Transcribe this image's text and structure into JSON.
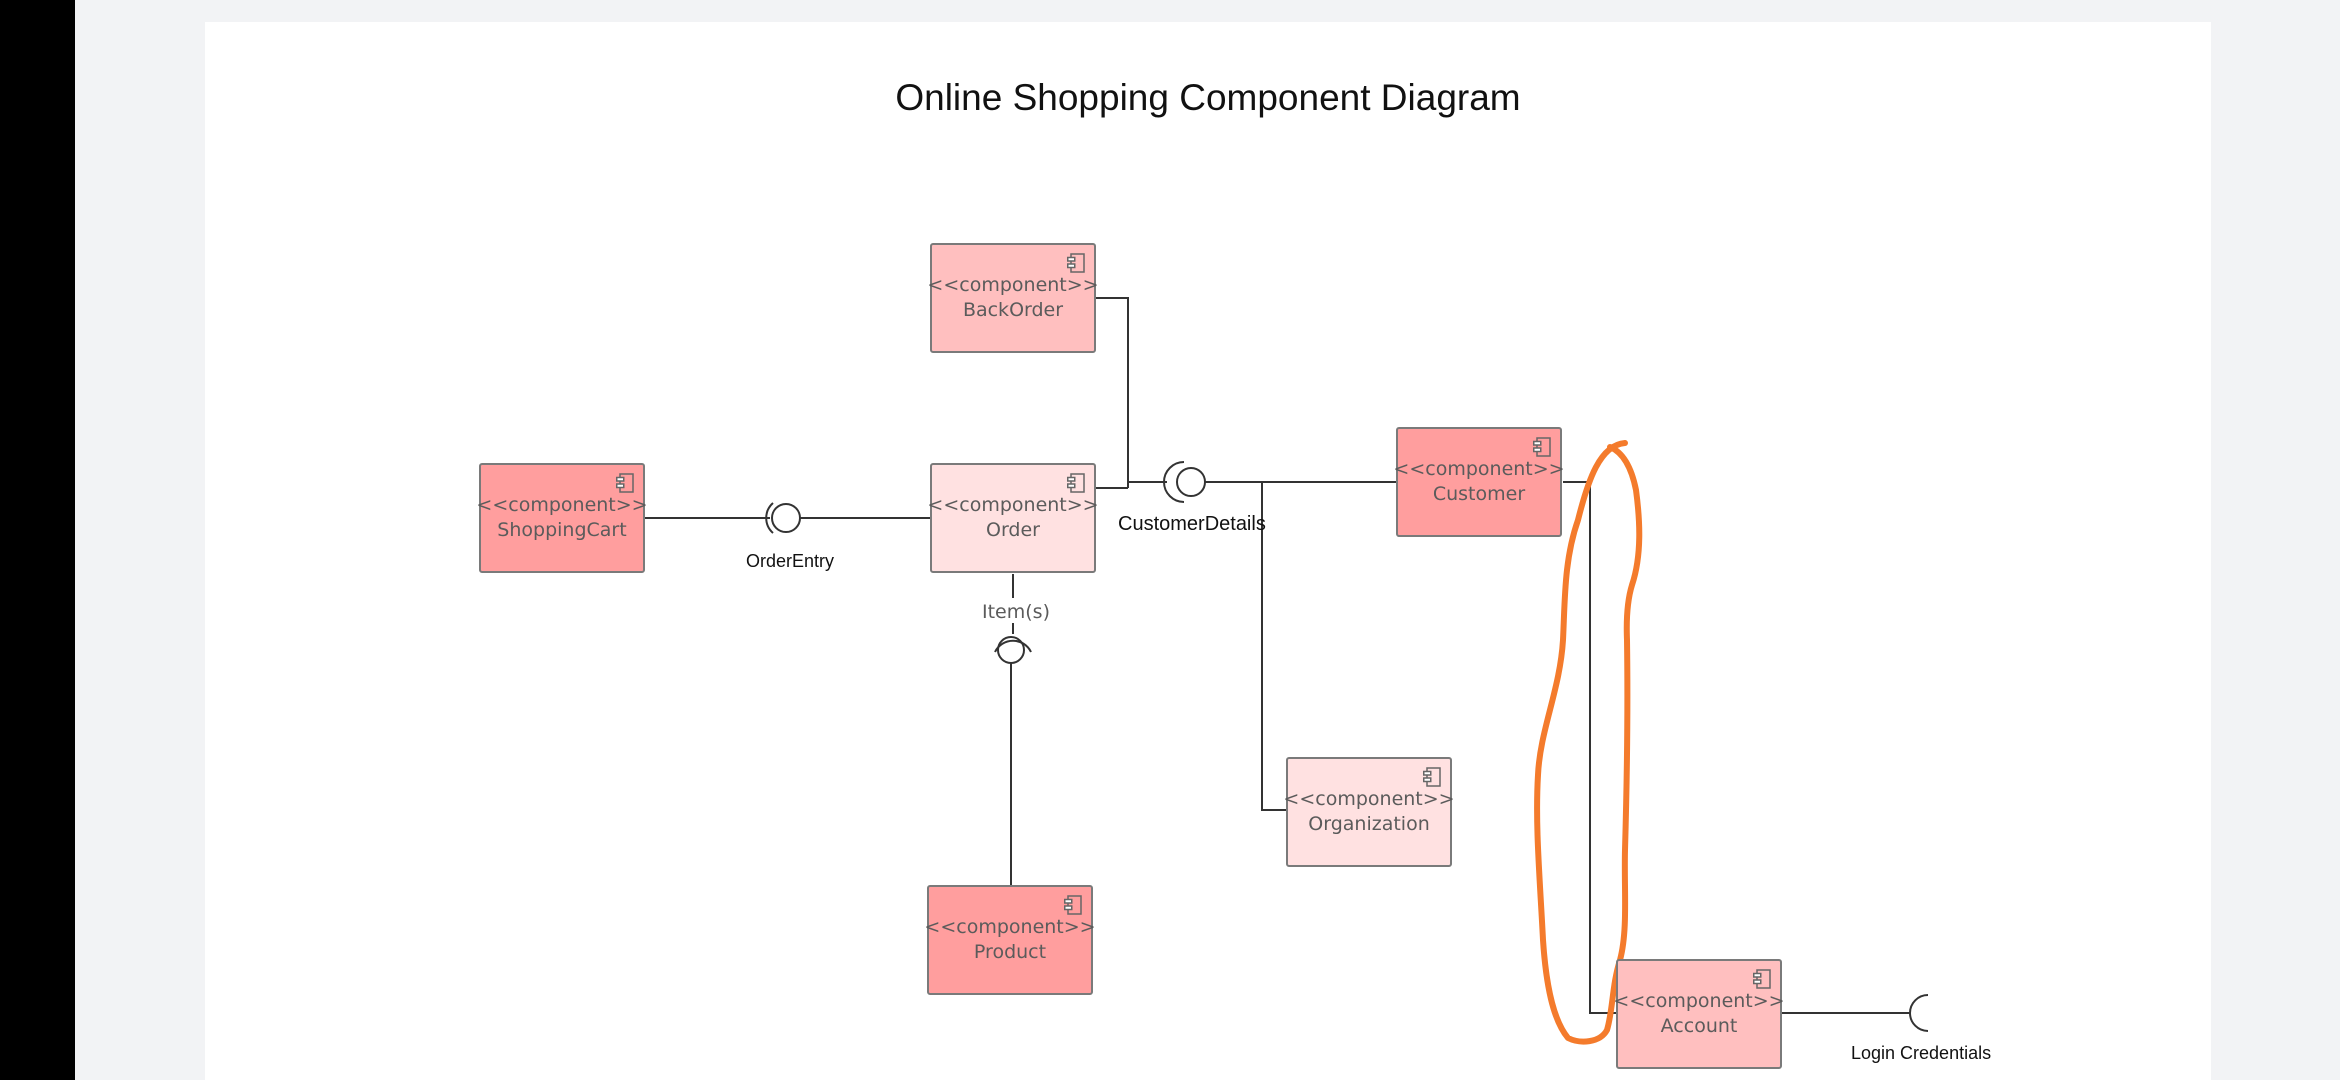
{
  "diagram": {
    "title": "Online Shopping Component Diagram",
    "components": [
      {
        "id": "shoppingcart",
        "stereotype": "<<component>>",
        "name": "ShoppingCart",
        "fill": "#ff9e9e"
      },
      {
        "id": "backorder",
        "stereotype": "<<component>>",
        "name": "BackOrder",
        "fill": "#ffbfbf"
      },
      {
        "id": "order",
        "stereotype": "<<component>>",
        "name": "Order",
        "fill": "#ffe1e1"
      },
      {
        "id": "customer",
        "stereotype": "<<component>>",
        "name": "Customer",
        "fill": "#ff9e9e"
      },
      {
        "id": "organization",
        "stereotype": "<<component>>",
        "name": "Organization",
        "fill": "#ffe1e1"
      },
      {
        "id": "product",
        "stereotype": "<<component>>",
        "name": "Product",
        "fill": "#ff9e9e"
      },
      {
        "id": "account",
        "stereotype": "<<component>>",
        "name": "Account",
        "fill": "#ffbfbf"
      }
    ],
    "interfaces": {
      "order_entry": "OrderEntry",
      "customer_details": "CustomerDetails",
      "items": "Item(s)",
      "login_credentials": "Login Credentials"
    },
    "colors": {
      "connector": "#333333",
      "annotation": "#f47b2c",
      "component_border": "#7a7a7a"
    }
  }
}
